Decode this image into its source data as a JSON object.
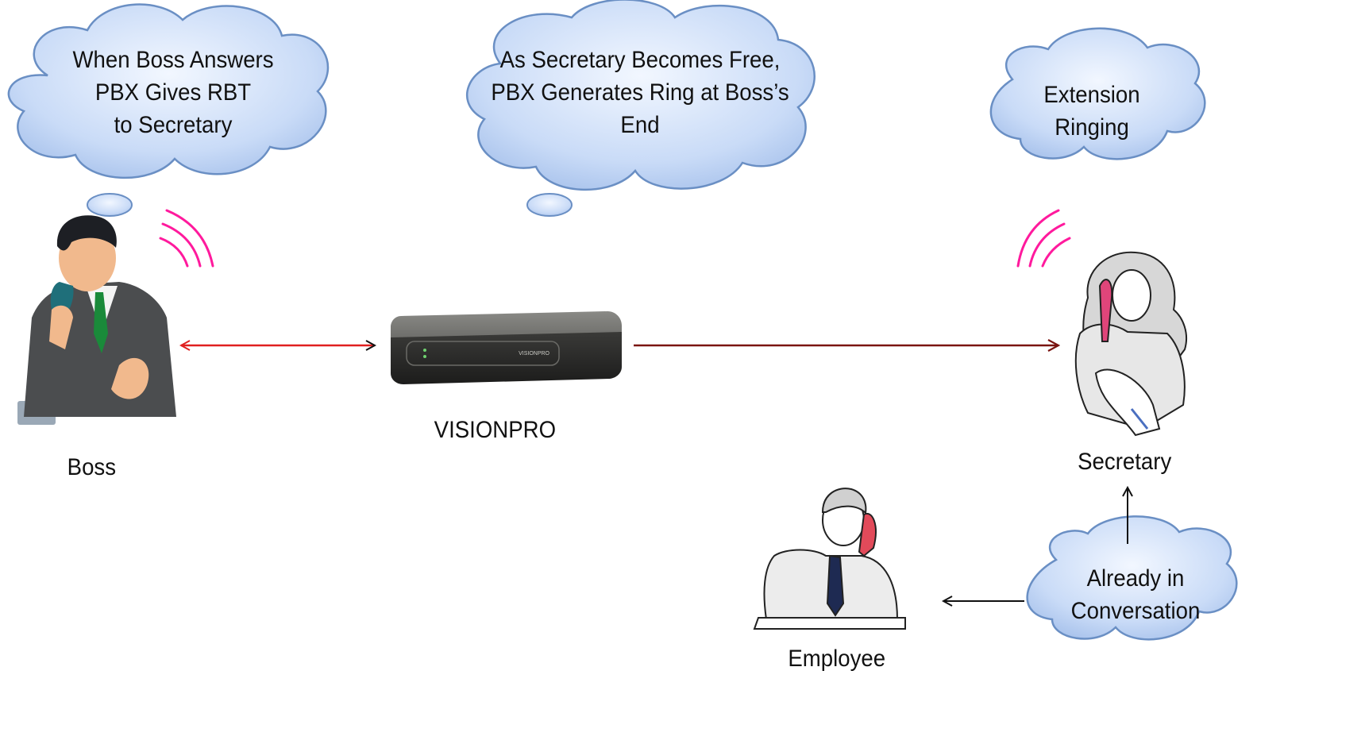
{
  "clouds": {
    "boss": {
      "lines": [
        "When Boss Answers",
        "PBX Gives RBT",
        "to Secretary"
      ]
    },
    "pbx": {
      "lines": [
        "As Secretary Becomes Free,",
        "PBX Generates Ring at Boss’s",
        "End"
      ]
    },
    "secretary": {
      "lines": [
        "Extension",
        "Ringing"
      ]
    },
    "employee": {
      "lines": [
        "Already in",
        "Conversation"
      ]
    }
  },
  "labels": {
    "boss": "Boss",
    "device": "VISIONPRO",
    "secretary": "Secretary",
    "employee": "Employee"
  },
  "device_screen": {
    "brand": "VISIONPRO"
  },
  "colors": {
    "cloud_fill": "#c9dbf7",
    "cloud_stroke": "#6a8fc4",
    "ring_waves": "#ff1a9d",
    "boss_link": "#e02020",
    "device_link": "#7a1410"
  }
}
